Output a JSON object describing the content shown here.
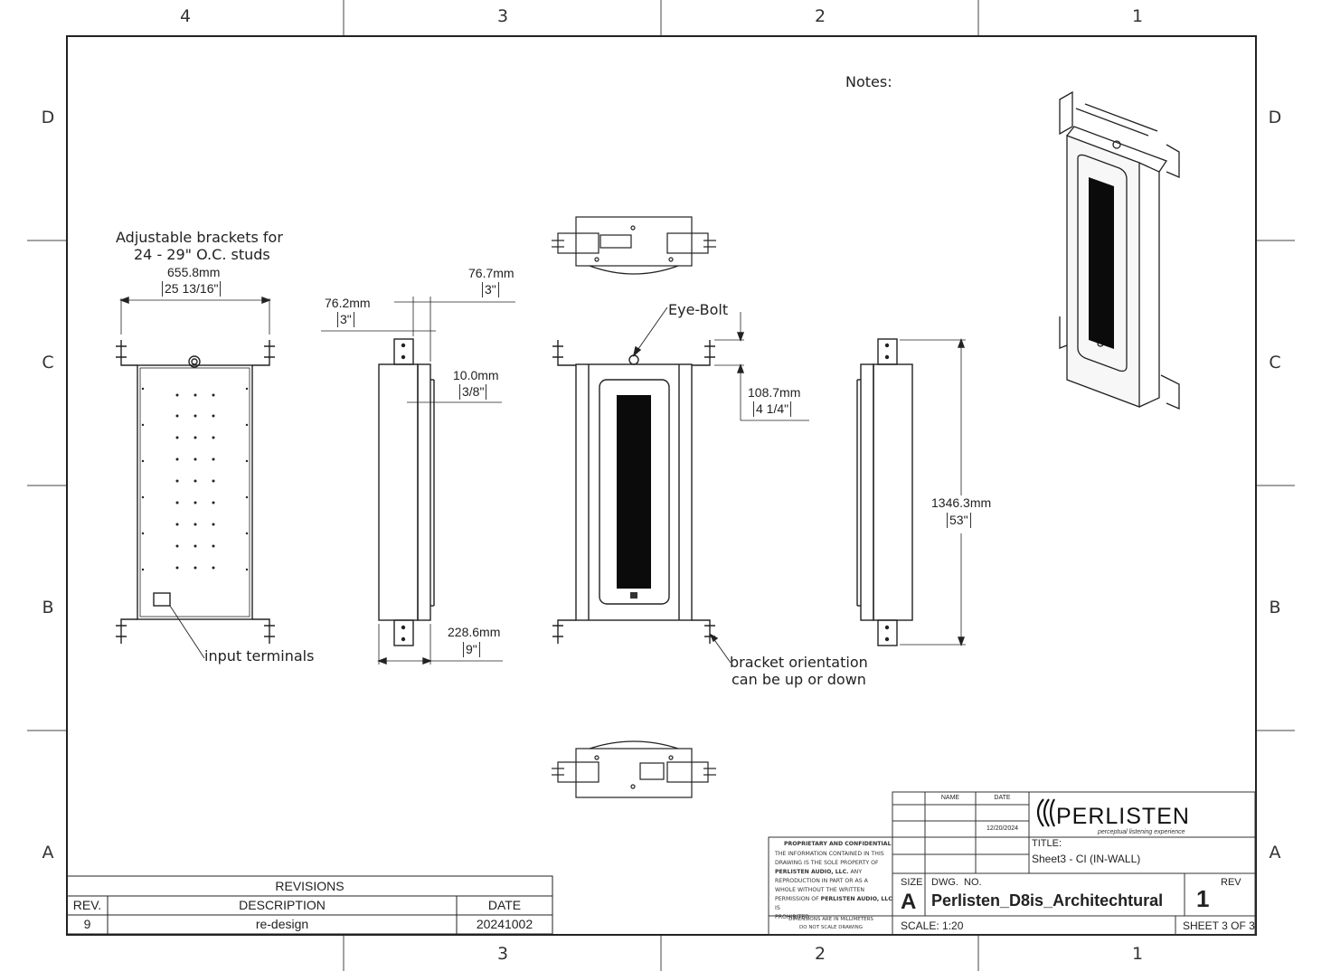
{
  "border_zones": {
    "top": [
      "4",
      "3",
      "2",
      "1"
    ],
    "bottom": [
      "3",
      "2",
      "1"
    ],
    "left": [
      "D",
      "C",
      "B",
      "A"
    ],
    "right": [
      "D",
      "C",
      "B",
      "A"
    ]
  },
  "notes_label": "Notes:",
  "annotations": {
    "bracket_note_line1": "Adjustable brackets for",
    "bracket_note_line2": "24 - 29\" O.C. studs",
    "input_terminals": "input terminals",
    "eye_bolt": "Eye-Bolt",
    "bracket_orientation_line1": "bracket orientation",
    "bracket_orientation_line2": "can be up or down"
  },
  "dimensions": {
    "width_bracket": {
      "mm": "655.8mm",
      "in": "25 13/16\""
    },
    "bracket_depth": {
      "mm": "76.2mm",
      "in": "3\""
    },
    "bracket_depth_2": {
      "mm": "76.7mm",
      "in": "3\""
    },
    "grille_depth": {
      "mm": "10.0mm",
      "in": "3/8\""
    },
    "body_depth": {
      "mm": "228.6mm",
      "in": "9\""
    },
    "bracket_offset": {
      "mm": "108.7mm",
      "in": "4 1/4\""
    },
    "height": {
      "mm": "1346.3mm",
      "in": "53\""
    }
  },
  "revisions": {
    "title": "REVISIONS",
    "headers": [
      "REV.",
      "DESCRIPTION",
      "DATE"
    ],
    "rows": [
      [
        "9",
        "re-design",
        "20241002"
      ]
    ]
  },
  "confidential": {
    "heading": "PROPRIETARY AND CONFIDENTIAL",
    "body_1": "THE INFORMATION CONTAINED IN THIS",
    "body_2": "DRAWING IS THE SOLE PROPERTY OF",
    "body_3a": "PERLISTEN AUDIO, LLC.",
    "body_3b": " ANY",
    "body_4": "REPRODUCTION IN PART OR AS A",
    "body_5": "WHOLE WITHOUT THE WRITTEN",
    "body_6a": "PERMISSION OF ",
    "body_6b": "PERLISTEN AUDIO, LLC",
    "body_6c": " IS",
    "body_7": "PROHIBITED.",
    "footer_1": "DIMENSIONS ARE IN MILLIMETERS",
    "footer_2": "DO NOT SCALE DRAWING"
  },
  "title_block": {
    "name_header": "NAME",
    "date_header": "DATE",
    "date_value": "12/20/2024",
    "logo_text": "PERLISTEN",
    "logo_tagline": "perceptual listening experience",
    "title_label": "TITLE:",
    "title_value": "Sheet3 - CI (IN-WALL)",
    "size_label": "SIZE",
    "size_value": "A",
    "dwg_no_label": "DWG.  NO.",
    "dwg_no_value": "Perlisten_D8is_Architechtural",
    "rev_label": "REV",
    "rev_value": "1",
    "scale": "SCALE: 1:20",
    "sheet": "SHEET 3 OF 3"
  }
}
